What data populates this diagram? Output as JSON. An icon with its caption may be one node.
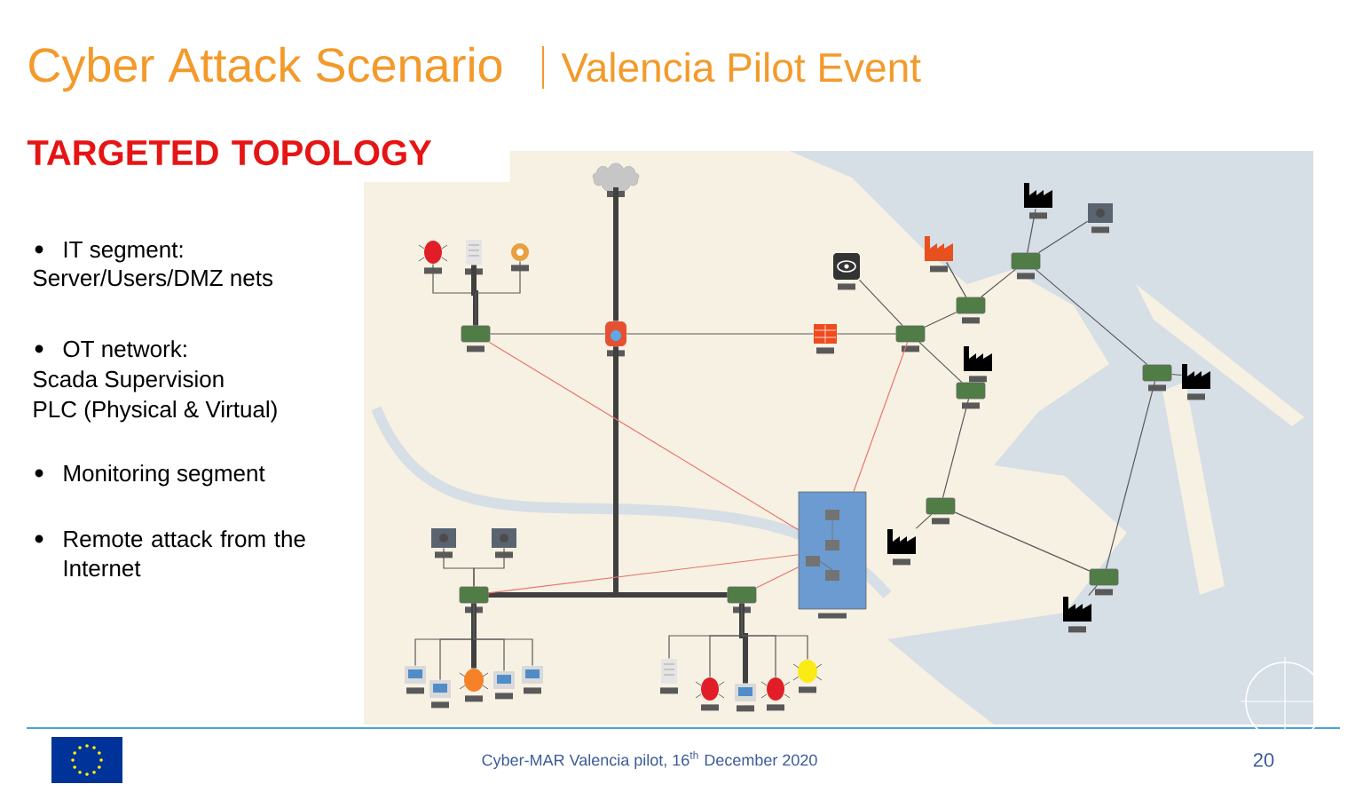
{
  "diagram": {
    "title": "Cyber Attack Scenario",
    "nodes": [
      {
        "text": [],
        "shape": "cloud"
      },
      {
        "text": [],
        "shape": "picture"
      },
      {
        "text": [],
        "shape": "box"
      },
      {
        "text": [],
        "shape": "picture"
      },
      {
        "text": [],
        "shape": "picture"
      },
      {
        "text": [],
        "shape": "picture"
      },
      {
        "text": [],
        "shape": "picture"
      },
      {
        "text": [],
        "shape": "picture"
      },
      {
        "text": [],
        "shape": "box"
      },
      {
        "text": [],
        "shape": "box"
      },
      {
        "text": [],
        "shape": "picture"
      },
      {
        "text": [],
        "shape": "box"
      },
      {
        "text": [],
        "shape": "picture"
      },
      {
        "text": [],
        "shape": "picture"
      },
      {
        "text": [],
        "shape": "box"
      },
      {
        "text": [],
        "shape": "picture"
      },
      {
        "text": [],
        "shape": "box"
      },
      {
        "text": [],
        "shape": "picture"
      },
      {
        "text": [],
        "shape": "box"
      },
      {
        "text": [],
        "shape": "picture"
      },
      {
        "text": [],
        "shape": "box"
      },
      {
        "text": [],
        "shape": "picture"
      },
      {
        "text": [],
        "shape": "box"
      },
      {
        "text": [],
        "shape": "box"
      },
      {
        "text": [],
        "shape": "picture"
      },
      {
        "text": [],
        "shape": "picture"
      },
      {
        "text": [],
        "shape": "picture"
      },
      {
        "text": [],
        "shape": "picture"
      },
      {
        "text": [],
        "shape": "picture"
      },
      {
        "text": [],
        "shape": "picture"
      },
      {
        "text": [],
        "shape": "picture"
      },
      {
        "text": [],
        "shape": "box"
      },
      {
        "text": [],
        "shape": "picture"
      },
      {
        "text": [],
        "shape": "picture"
      },
      {
        "text": [],
        "shape": "picture"
      },
      {
        "text": [],
        "shape": "picture"
      },
      {
        "text": [],
        "shape": "picture"
      }
    ],
    "edges": [
      {
        "from": 0,
        "to": 1,
        "arrow": "none",
        "style": "thick"
      },
      {
        "from": 1,
        "to": 2,
        "arrow": "none"
      },
      {
        "from": 2,
        "to": 3,
        "arrow": "none"
      },
      {
        "from": 2,
        "to": 4,
        "arrow": "none",
        "style": "thick"
      },
      {
        "from": 2,
        "to": 5,
        "arrow": "none"
      },
      {
        "from": 1,
        "to": 6,
        "arrow": "none"
      },
      {
        "from": 6,
        "to": 8,
        "arrow": "none"
      },
      {
        "from": 8,
        "to": 7,
        "arrow": "none"
      },
      {
        "from": 8,
        "to": 9,
        "arrow": "none"
      },
      {
        "from": 9,
        "to": 10,
        "arrow": "none"
      },
      {
        "from": 9,
        "to": 11,
        "arrow": "none"
      },
      {
        "from": 11,
        "to": 12,
        "arrow": "none"
      },
      {
        "from": 11,
        "to": 13,
        "arrow": "none"
      },
      {
        "from": 8,
        "to": 14,
        "arrow": "none"
      },
      {
        "from": 14,
        "to": 18,
        "arrow": "none"
      },
      {
        "from": 11,
        "to": 16,
        "arrow": "none"
      },
      {
        "from": 16,
        "to": 17,
        "arrow": "none"
      },
      {
        "from": 16,
        "to": 20,
        "arrow": "none"
      },
      {
        "from": 18,
        "to": 20,
        "arrow": "none"
      },
      {
        "from": 18,
        "to": 19,
        "arrow": "none"
      },
      {
        "from": 20,
        "to": 21,
        "arrow": "none"
      },
      {
        "from": 1,
        "to": 23,
        "arrow": "none",
        "style": "thick"
      },
      {
        "from": 1,
        "to": 31,
        "arrow": "none",
        "style": "thick"
      },
      {
        "from": 23,
        "to": 24,
        "arrow": "none"
      },
      {
        "from": 23,
        "to": 25,
        "arrow": "none"
      },
      {
        "from": 23,
        "to": 26,
        "arrow": "none"
      },
      {
        "from": 23,
        "to": 27,
        "arrow": "none"
      },
      {
        "from": 23,
        "to": 28,
        "arrow": "none",
        "style": "thick"
      },
      {
        "from": 23,
        "to": 29,
        "arrow": "none"
      },
      {
        "from": 23,
        "to": 30,
        "arrow": "none"
      },
      {
        "from": 31,
        "to": 32,
        "arrow": "none"
      },
      {
        "from": 31,
        "to": 33,
        "arrow": "none"
      },
      {
        "from": 31,
        "to": 34,
        "arrow": "none",
        "style": "thick"
      },
      {
        "from": 31,
        "to": 35,
        "arrow": "none"
      },
      {
        "from": 31,
        "to": 36,
        "arrow": "none"
      },
      {
        "from": 2,
        "to": 22,
        "arrow": "none",
        "color": "#e8736c"
      },
      {
        "from": 8,
        "to": 22,
        "arrow": "none",
        "color": "#e8736c"
      },
      {
        "from": 23,
        "to": 22,
        "arrow": "none",
        "color": "#e8736c"
      },
      {
        "from": 31,
        "to": 22,
        "arrow": "none",
        "color": "#e8736c"
      }
    ],
    "labels": [
      "Valencia Pilot Event",
      "TARGETED TOPOLOGY",
      "IT segment:",
      "Server/Users/DMZ nets",
      "OT network:",
      "Scada Supervision",
      "PLC (Physical & Virtual)",
      "Monitoring segment",
      "Remote attack from the Internet",
      "Cyber-MAR Valencia pilot, 16$^{th}$ December 2020",
      "20"
    ]
  }
}
